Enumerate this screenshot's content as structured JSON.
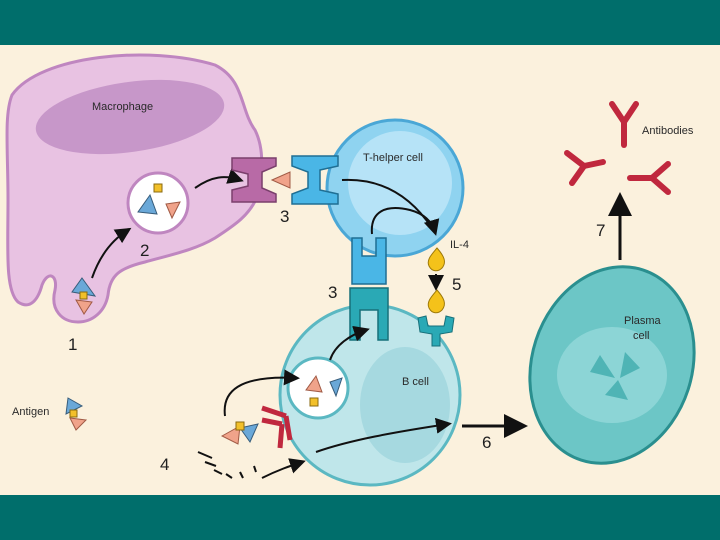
{
  "labels": {
    "macrophage": "Macrophage",
    "t_helper": "T-helper cell",
    "b_cell": "B cell",
    "plasma_line1": "Plasma",
    "plasma_line2": "cell",
    "antibodies": "Antibodies",
    "antigen": "Antigen",
    "il4": "IL-4"
  },
  "steps": {
    "s1": "1",
    "s2": "2",
    "s3a": "3",
    "s3b": "3",
    "s4": "4",
    "s5": "5",
    "s6": "6",
    "s7": "7"
  },
  "colors": {
    "header_bar": "#006e6b",
    "background": "#fbf1dd",
    "macrophage": "#e8c2e2",
    "t_helper": "#8fd3f0",
    "b_cell": "#bfe6ea",
    "plasma": "#6cc6c6",
    "antibody": "#c0283e",
    "receptor_teal": "#2aa9b5",
    "mhc_purple": "#b86aa6",
    "il4_yellow": "#f4c21a"
  }
}
